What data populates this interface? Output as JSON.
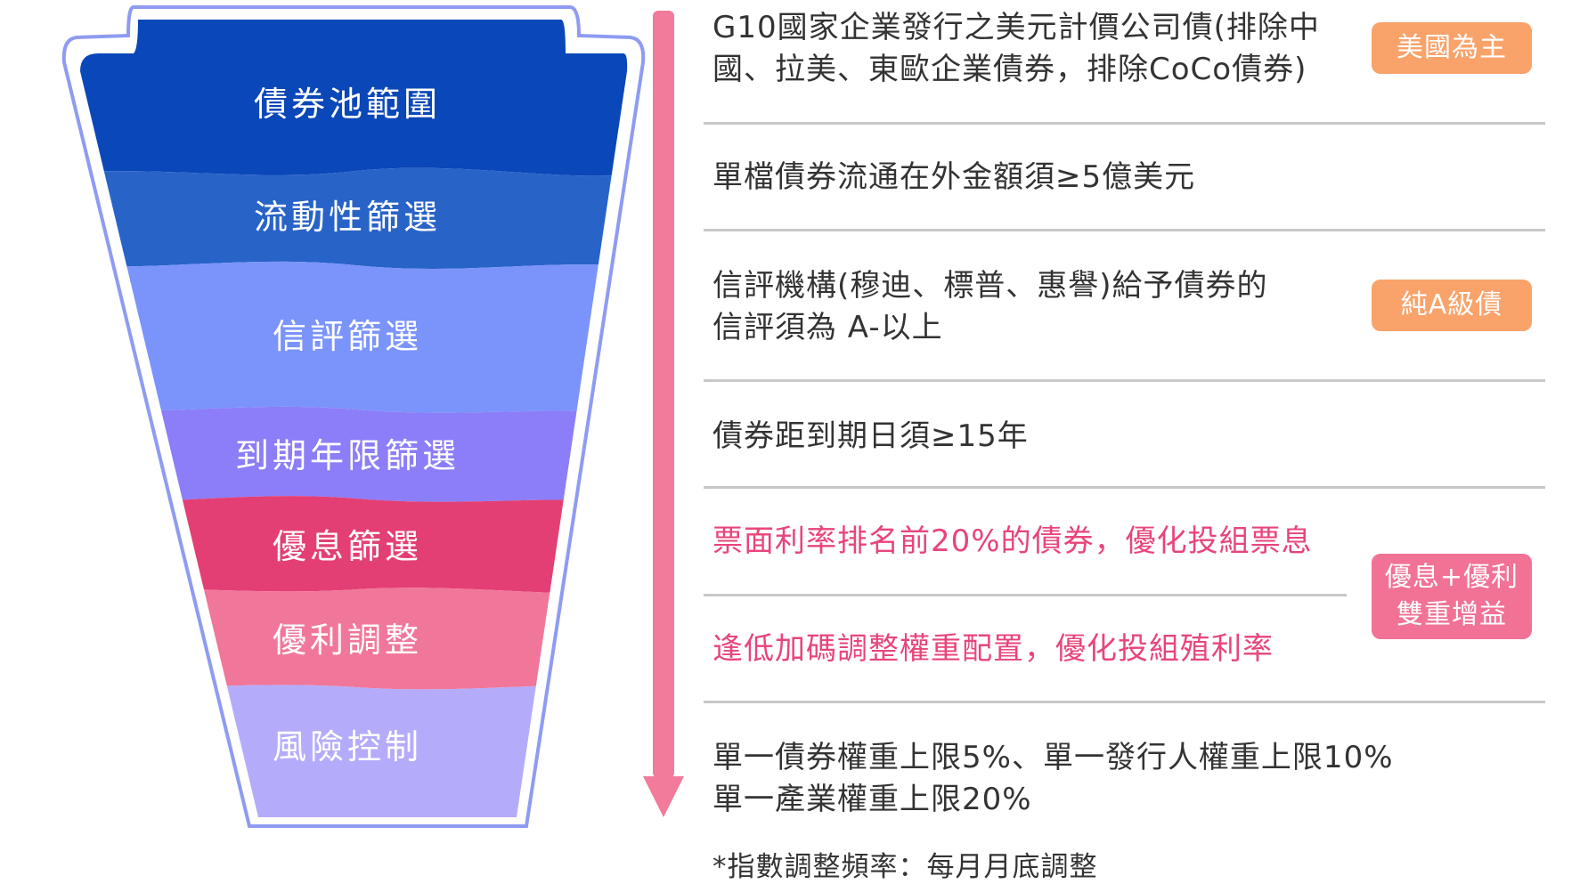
{
  "colors": {
    "outline": "#8f9bf2",
    "arrow": "#f27a9a",
    "stage_fills": [
      "#0a47b8",
      "#2863c8",
      "#7a94fb",
      "#8c7ef8",
      "#e33f74",
      "#f1779a",
      "#b4acfb"
    ],
    "text_default": "#333333",
    "text_highlight": "#e8457a",
    "tag_orange": "#f9a36b",
    "tag_pink": "#f27296"
  },
  "funnel": {
    "stages": [
      {
        "label": "債券池範圍"
      },
      {
        "label": "流動性篩選"
      },
      {
        "label": "信評篩選"
      },
      {
        "label": "到期年限篩選"
      },
      {
        "label": "優息篩選"
      },
      {
        "label": "優利調整"
      },
      {
        "label": "風險控制"
      }
    ]
  },
  "criteria": [
    {
      "text": "G10國家企業發行之美元計價公司債(排除中\n國、拉美、東歐企業債券，排除CoCo債券)"
    },
    {
      "text": "單檔債券流通在外金額須≥5億美元"
    },
    {
      "text": "信評機構(穆迪、標普、惠譽)給予債券的\n信評須為 A-以上"
    },
    {
      "text": "債券距到期日須≥15年"
    },
    {
      "text": "票面利率排名前20%的債券，優化投組票息",
      "highlight": true
    },
    {
      "text": "逢低加碼調整權重配置，優化投組殖利率",
      "highlight": true
    },
    {
      "text": "單一債券權重上限5%、單一發行人權重上限10%\n單一產業權重上限20%"
    }
  ],
  "tags": [
    {
      "text": "美國為主",
      "color": "orange"
    },
    {
      "text": "純A級債",
      "color": "orange"
    },
    {
      "text": "優息+優利\n雙重增益",
      "color": "pink"
    }
  ],
  "footnote": "*指數調整頻率：每月月底調整"
}
